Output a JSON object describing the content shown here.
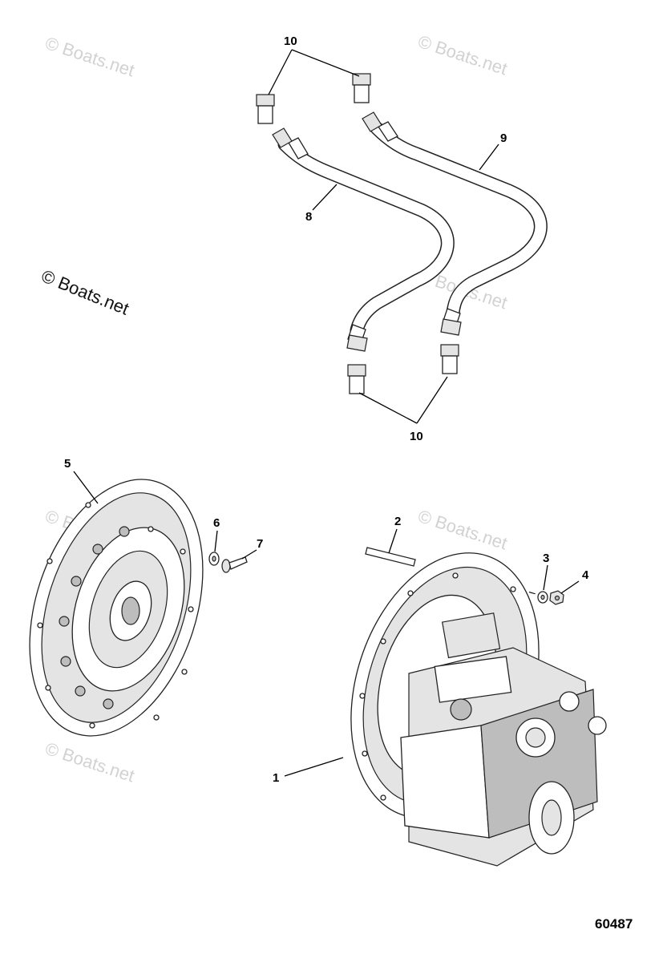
{
  "watermarks": {
    "main": "© Boats.net",
    "faint": "© Boats.net"
  },
  "callouts": {
    "c1": "1",
    "c2": "2",
    "c3": "3",
    "c4": "4",
    "c5": "5",
    "c6": "6",
    "c7": "7",
    "c8": "8",
    "c9": "9",
    "c10_top": "10",
    "c10_bottom": "10"
  },
  "figure_number": "60487"
}
